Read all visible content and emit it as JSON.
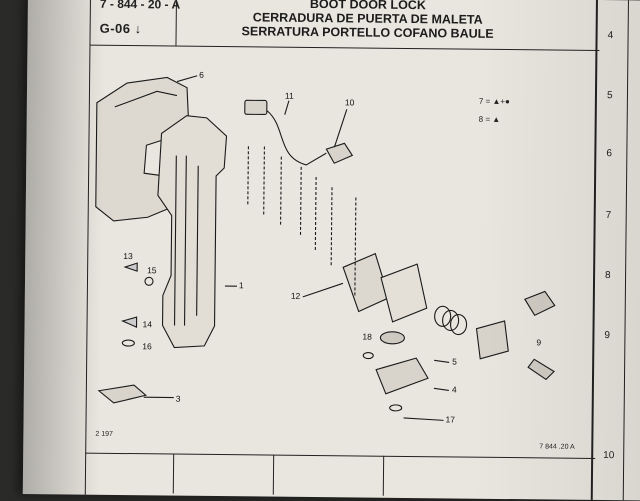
{
  "header": {
    "code_top": "7 - 844 - 20 - A",
    "group": "G-06",
    "group_arrow": "↓",
    "title_en": "BOOT DOOR LOCK",
    "title_es": "CERRADURA DE PUERTA DE MALETA",
    "title_it": "SERRATURA PORTELLO COFANO BAULE"
  },
  "row_numbers": [
    "4",
    "5",
    "6",
    "7",
    "8",
    "9",
    "10"
  ],
  "legend": [
    "7 = ▲+●",
    "8 = ▲"
  ],
  "figure_number_left": "2 197",
  "figure_number_right": "7 844 .20 A",
  "callouts": [
    "6",
    "11",
    "10",
    "13",
    "15",
    "1",
    "12",
    "14",
    "16",
    "3",
    "18",
    "5",
    "4",
    "17",
    "9"
  ]
}
